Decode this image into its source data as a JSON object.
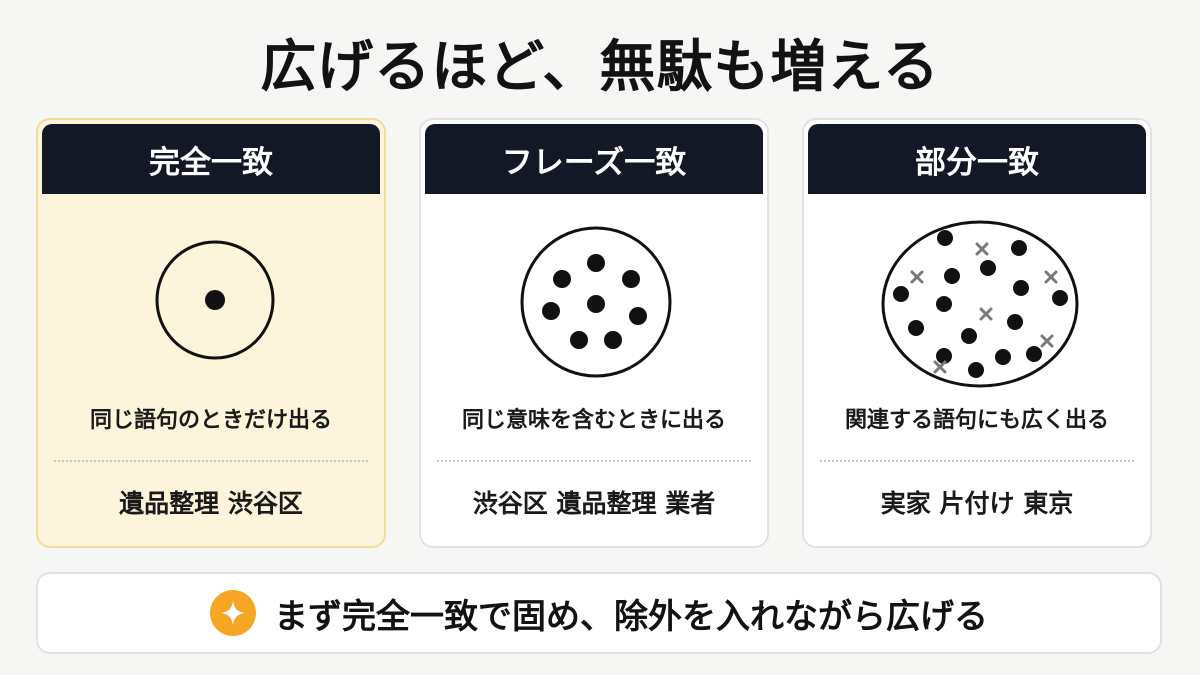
{
  "title": "広げるほど、無駄も増える",
  "cards": [
    {
      "heading": "完全一致",
      "description": "同じ語句のときだけ出る",
      "example": "遺品整理 渋谷区",
      "highlighted": true
    },
    {
      "heading": "フレーズ一致",
      "description": "同じ意味を含むときに出る",
      "example": "渋谷区 遺品整理 業者",
      "highlighted": false
    },
    {
      "heading": "部分一致",
      "description": "関連する語句にも広く出る",
      "example": "実家 片付け 東京",
      "highlighted": false
    }
  ],
  "tip": {
    "icon": "sparkle-icon",
    "text": "まず完全一致で固め、除外を入れながら広げる"
  },
  "colors": {
    "header_bg": "#121826",
    "highlight_bg": "#fdf4dc",
    "accent": "#f5a623",
    "x_mark": "#7a7a7a"
  }
}
